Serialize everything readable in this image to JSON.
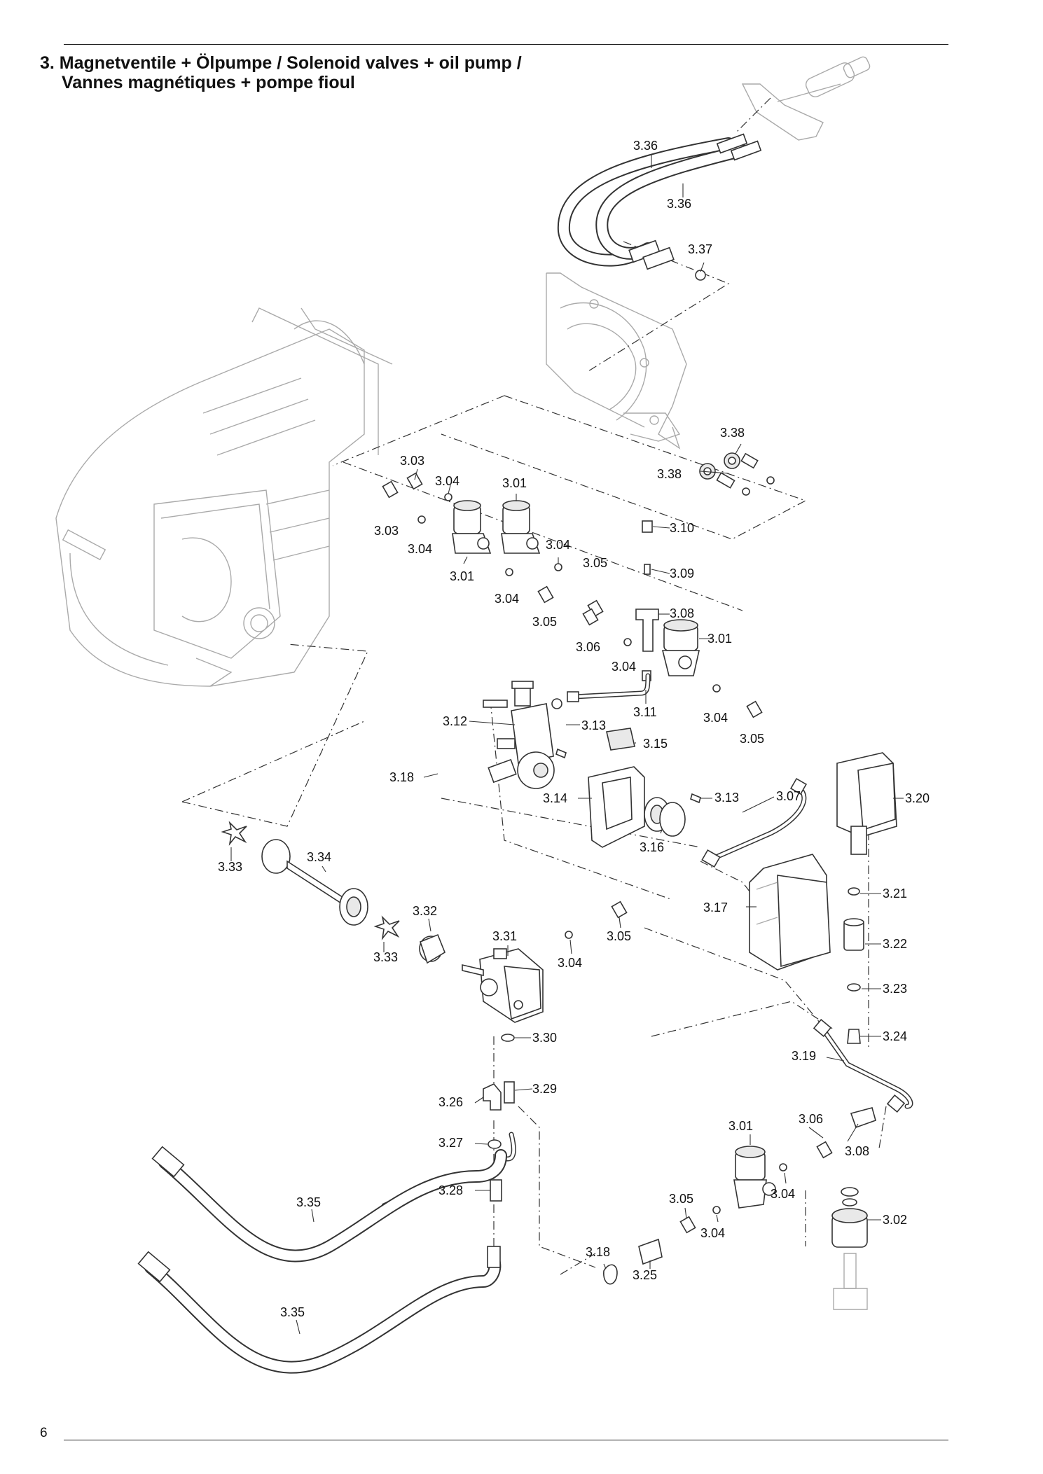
{
  "title": {
    "line1": "3. Magnetventile + Ölpumpe / Solenoid valves + oil pump /",
    "line2": "Vannes magnétiques + pompe fioul"
  },
  "page_number": "6",
  "callouts": {
    "c336a": "3.36",
    "c336b": "3.36",
    "c337": "3.37",
    "c338a": "3.38",
    "c338b": "3.38",
    "c303a": "3.03",
    "c303b": "3.03",
    "c304a": "3.04",
    "c304b": "3.04",
    "c304c": "3.04",
    "c304d": "3.04",
    "c304e": "3.04",
    "c304f": "3.04",
    "c304g": "3.04",
    "c304h": "3.04",
    "c304i": "3.04",
    "c301a": "3.01",
    "c301b": "3.01",
    "c301c": "3.01",
    "c301d": "3.01",
    "c305a": "3.05",
    "c305b": "3.05",
    "c305c": "3.05",
    "c305d": "3.05",
    "c305e": "3.05",
    "c306a": "3.06",
    "c306b": "3.06",
    "c308a": "3.08",
    "c308b": "3.08",
    "c309": "3.09",
    "c310": "3.10",
    "c311": "3.11",
    "c312": "3.12",
    "c313a": "3.13",
    "c313b": "3.13",
    "c314": "3.14",
    "c315": "3.15",
    "c316": "3.16",
    "c317": "3.17",
    "c318a": "3.18",
    "c318b": "3.18",
    "c307": "3.07",
    "c319": "3.19",
    "c320": "3.20",
    "c321": "3.21",
    "c322": "3.22",
    "c323": "3.23",
    "c324": "3.24",
    "c325": "3.25",
    "c326": "3.26",
    "c327": "3.27",
    "c328": "3.28",
    "c329": "3.29",
    "c330": "3.30",
    "c331": "3.31",
    "c332": "3.32",
    "c333a": "3.33",
    "c333b": "3.33",
    "c334": "3.34",
    "c335a": "3.35",
    "c335b": "3.35",
    "c302": "3.02"
  }
}
